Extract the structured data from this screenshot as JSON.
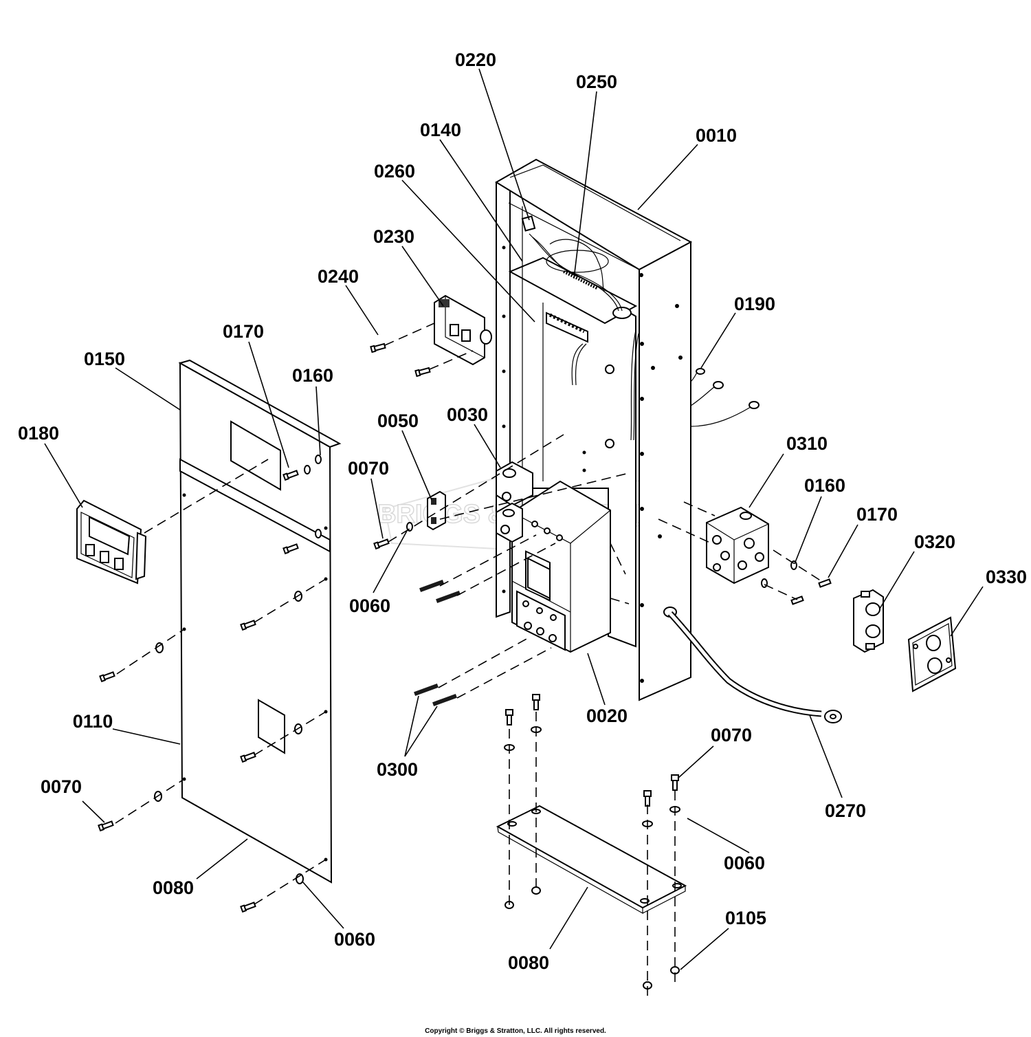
{
  "diagram": {
    "callouts": {
      "c_0220": "0220",
      "c_0250": "0250",
      "c_0140": "0140",
      "c_0010": "0010",
      "c_0260": "0260",
      "c_0230": "0230",
      "c_0240": "0240",
      "c_0190": "0190",
      "c_0170_left": "0170",
      "c_0150": "0150",
      "c_0160_left": "0160",
      "c_0180": "0180",
      "c_0050": "0050",
      "c_0030": "0030",
      "c_0070_mid": "0070",
      "c_0310": "0310",
      "c_0160_right": "0160",
      "c_0170_right": "0170",
      "c_0320": "0320",
      "c_0330": "0330",
      "c_0060_mid": "0060",
      "c_0020": "0020",
      "c_0110": "0110",
      "c_0070_bottom_right": "0070",
      "c_0300": "0300",
      "c_0070_left": "0070",
      "c_0270": "0270",
      "c_0060_right": "0060",
      "c_0080_left": "0080",
      "c_0060_left": "0060",
      "c_0105": "0105",
      "c_0080_bottom": "0080"
    },
    "watermark": "BRIGGS & STRATTON",
    "copyright": "Copyright © Briggs & Stratton, LLC. All rights reserved."
  }
}
